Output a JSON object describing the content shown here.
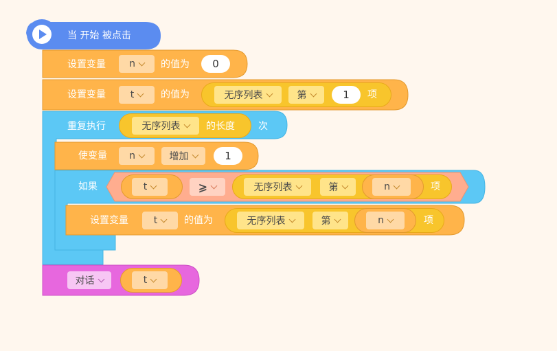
{
  "hat": {
    "label": "当 开始 被点击"
  },
  "block1": {
    "set_label": "设置变量",
    "var": "n",
    "value_label": "的值为",
    "value": "0"
  },
  "block2": {
    "set_label": "设置变量",
    "var": "t",
    "value_label": "的值为",
    "list": "无序列表",
    "item_prefix": "第",
    "index": "1",
    "item_suffix": "项"
  },
  "repeat": {
    "label": "重复执行",
    "list": "无序列表",
    "length_label": "的长度",
    "times_label": "次"
  },
  "change": {
    "label": "使变量",
    "var": "n",
    "op": "增加",
    "amount": "1"
  },
  "ifblock": {
    "label": "如果",
    "left_var": "t",
    "operator": "⩾",
    "list": "无序列表",
    "item_prefix": "第",
    "index_var": "n",
    "item_suffix": "项"
  },
  "block3": {
    "set_label": "设置变量",
    "var": "t",
    "value_label": "的值为",
    "list": "无序列表",
    "item_prefix": "第",
    "index_var": "n",
    "item_suffix": "项"
  },
  "say": {
    "label": "对话",
    "var": "t"
  },
  "colors": {
    "background": "#fff7ee",
    "event": "#5b8cf0",
    "variable": "#ffb44a",
    "control": "#5cc8f5",
    "list": "#f8c52c",
    "operator": "#ffad8f",
    "looks": "#e767de"
  }
}
